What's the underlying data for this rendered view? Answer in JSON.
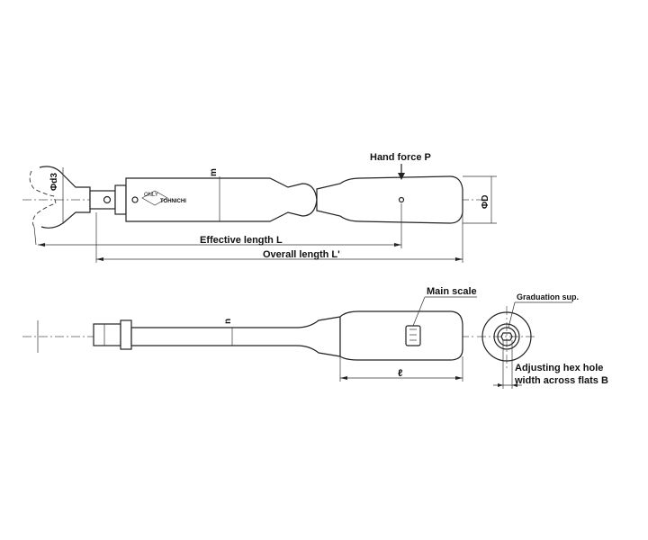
{
  "labels": {
    "hand_force": "Hand force P",
    "effective_length": "Effective length L",
    "overall_length": "Overall length L'",
    "phi_d3": "Φd3",
    "m": "m",
    "phi_D": "ΦD",
    "main_scale": "Main scale",
    "n": "n",
    "ell": "ℓ",
    "graduation_sup": "Graduation sup.",
    "hex_hole_line1": "Adjusting hex hole",
    "hex_hole_line2": "width across flats B",
    "only": "ONLY",
    "brand": "TOHNICHI"
  }
}
